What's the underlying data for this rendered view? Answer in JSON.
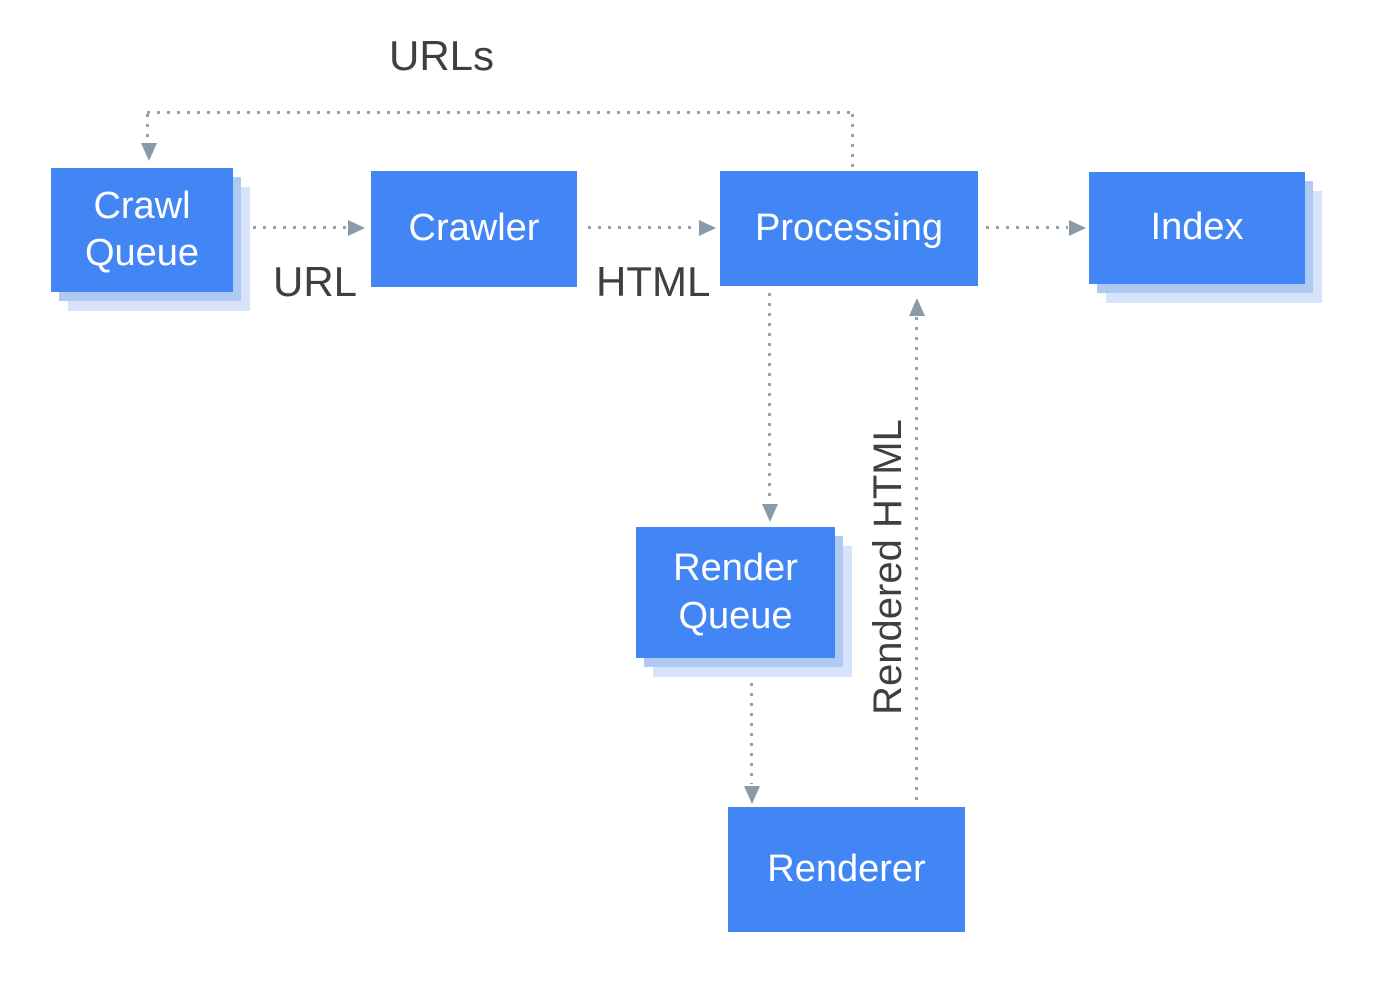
{
  "diagram": {
    "type": "flow-diagram",
    "nodes": [
      {
        "id": "crawl-queue",
        "label": "Crawl Queue",
        "shape": "stacked-card"
      },
      {
        "id": "crawler",
        "label": "Crawler",
        "shape": "card"
      },
      {
        "id": "processing",
        "label": "Processing",
        "shape": "card"
      },
      {
        "id": "index",
        "label": "Index",
        "shape": "stacked-card"
      },
      {
        "id": "render-queue",
        "label": "Render Queue",
        "shape": "stacked-card"
      },
      {
        "id": "renderer",
        "label": "Renderer",
        "shape": "card"
      }
    ],
    "edges": [
      {
        "from": "processing",
        "to": "crawl-queue",
        "label": "URLs",
        "style": "dotted"
      },
      {
        "from": "crawl-queue",
        "to": "crawler",
        "label": "URL",
        "style": "dotted"
      },
      {
        "from": "crawler",
        "to": "processing",
        "label": "HTML",
        "style": "dotted"
      },
      {
        "from": "processing",
        "to": "index",
        "label": "",
        "style": "dotted"
      },
      {
        "from": "processing",
        "to": "render-queue",
        "label": "",
        "style": "dotted"
      },
      {
        "from": "render-queue",
        "to": "renderer",
        "label": "",
        "style": "dotted"
      },
      {
        "from": "renderer",
        "to": "processing",
        "label": "Rendered HTML",
        "style": "dotted"
      }
    ],
    "colors": {
      "node_fill": "#4285f4",
      "node_text": "#ffffff",
      "stack_shadow_mid": "#aecaf3",
      "stack_shadow_light": "#d7e3fb",
      "connector_dots": "#93a2ac",
      "arrowhead": "#8a9aa6",
      "edge_label_text": "#3c4043",
      "background": "#ffffff"
    }
  }
}
